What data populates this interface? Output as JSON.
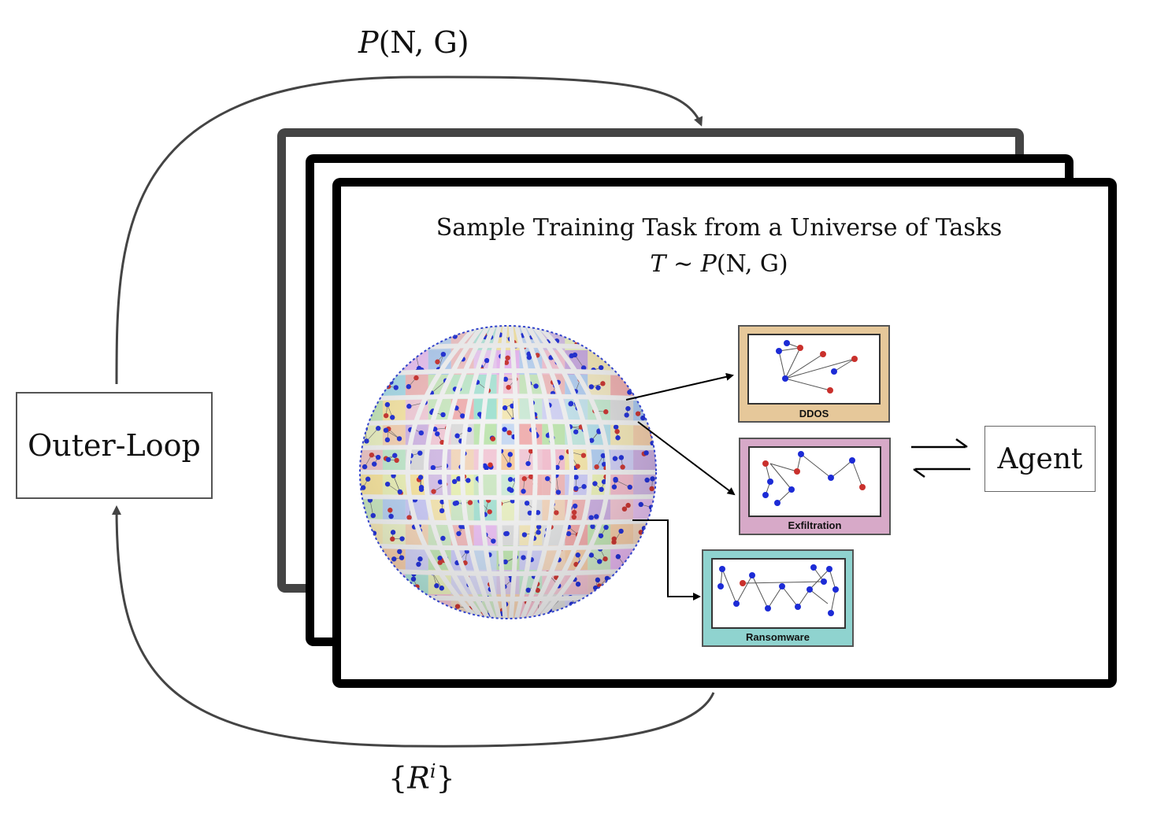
{
  "top_label": {
    "func": "P",
    "args": "(N, G)"
  },
  "bottom_label": {
    "open": "{",
    "var": "R",
    "sup": "i",
    "close": "}"
  },
  "outer_loop": {
    "label": "Outer-Loop"
  },
  "agent": {
    "label": "Agent"
  },
  "task_title": {
    "line1": "Sample Training Task from a Universe of Tasks",
    "line2_var": "T",
    "line2_op": " ∼ ",
    "line2_func": "P",
    "line2_args": "(N, G)"
  },
  "tasks": [
    {
      "name": "DDOS",
      "color": "#e6c89a"
    },
    {
      "name": "Exfiltration",
      "color": "#d7a9c8"
    },
    {
      "name": "Ransomware",
      "color": "#8fd3cf"
    }
  ],
  "colors": {
    "node_blue": "#1c2bd6",
    "node_red": "#c9302c",
    "frame_dark": "#444444",
    "frame_black": "#000000"
  }
}
